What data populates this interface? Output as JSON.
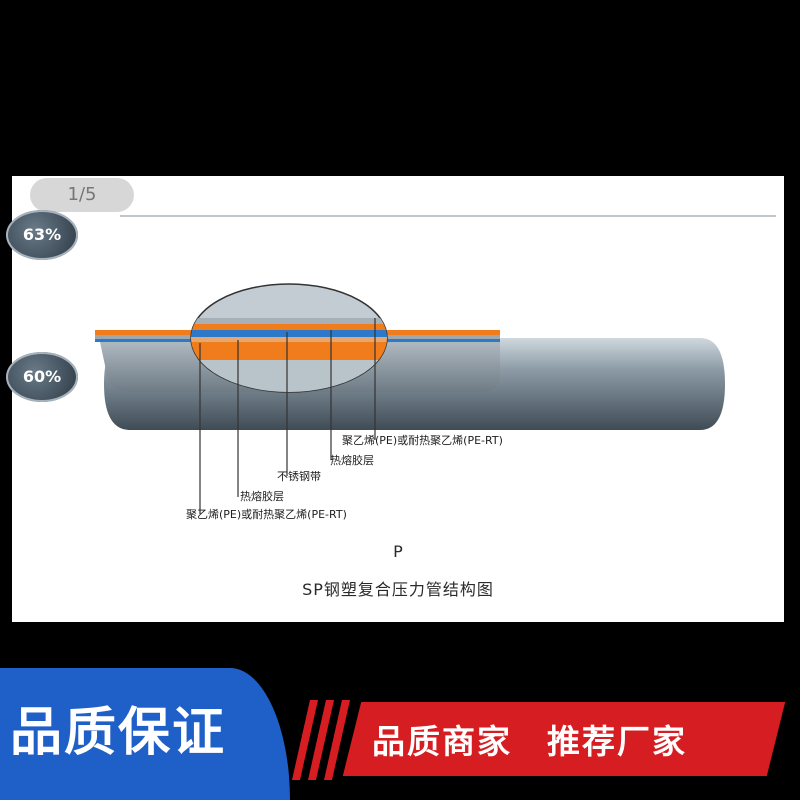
{
  "pager": "1/5",
  "badges": {
    "top": "63%",
    "bottom": "60%"
  },
  "labels": {
    "outer_pe": "聚乙烯(PE)或耐热聚乙烯(PE-RT)",
    "hot_melt_outer": "热熔胶层",
    "stainless_steel": "不锈钢带",
    "hot_melt_inner": "热熔胶层",
    "inner_pe": "聚乙烯(PE)或耐热聚乙烯(PE-RT)"
  },
  "figure": {
    "mark": "P",
    "title": "SP钢塑复合压力管结构图"
  },
  "banner": {
    "left": "品质保证",
    "right": "品质商家　推荐厂家"
  },
  "colors": {
    "banner_blue": "#1f5fc8",
    "banner_red": "#d61d21",
    "layer_orange": "#f07c1c",
    "layer_blue": "#2d78c8",
    "pipe_gray": "#6f7f8c"
  }
}
